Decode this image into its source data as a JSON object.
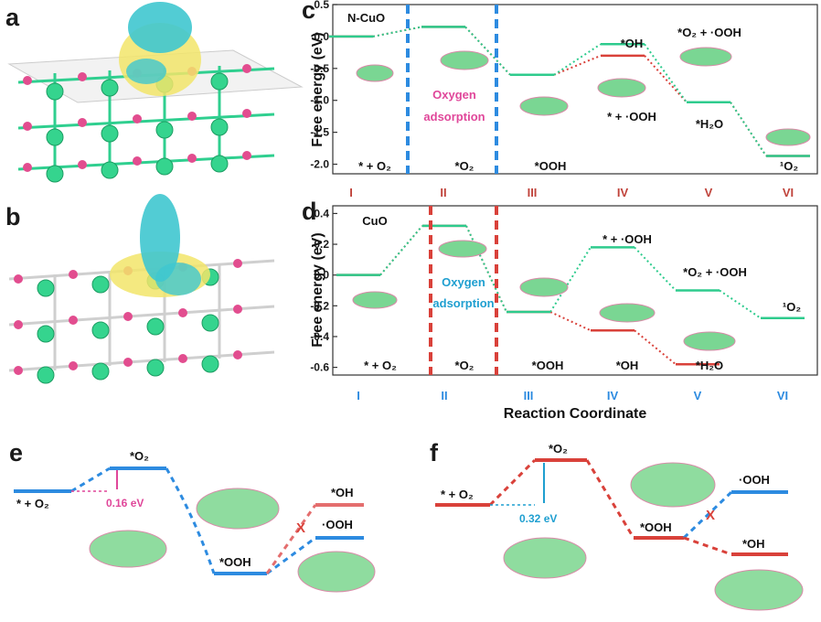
{
  "panel_labels": {
    "a": "a",
    "b": "b",
    "c": "c",
    "d": "d",
    "e": "e",
    "f": "f"
  },
  "colors": {
    "red": "#d9413a",
    "green": "#2ecb8d",
    "blue": "#2d8be0",
    "cyan": "#1f9fd0",
    "magenta": "#e0479a",
    "axis": "#333333"
  },
  "chart_data": [
    {
      "id": "c",
      "type": "line",
      "title": "N-CuO",
      "ylabel": "Free energy (eV)",
      "ylim": [
        -2.15,
        0.5
      ],
      "yticks": [
        "0.5",
        "0.0",
        "-0.5",
        "-1.0",
        "-1.5",
        "-2.0"
      ],
      "categories": [
        "I",
        "II",
        "III",
        "IV",
        "V",
        "VI"
      ],
      "series": [
        {
          "values": [
            0.0,
            0.15,
            -0.6,
            -0.3,
            -1.03,
            -1.87
          ],
          "color": "#d9413a"
        },
        {
          "values": [
            0.0,
            0.15,
            -0.6,
            -0.12,
            -1.03,
            -1.87
          ],
          "color": "#2ecb8d"
        }
      ],
      "state_labels": [
        "* + O₂",
        "*O₂",
        "*OOH",
        "",
        "*H₂O",
        "¹O₂"
      ],
      "extra_labels": {
        "oh": "*OH",
        "ooh": "* + ·OOH",
        "o2ooh": "*O₂ + ·OOH"
      },
      "region_text": [
        "Oxygen",
        "adsorption"
      ],
      "divider_color": "#2d8be0"
    },
    {
      "id": "d",
      "type": "line",
      "title": "CuO",
      "ylabel": "Free energy (eV)",
      "ylim": [
        -0.65,
        0.45
      ],
      "yticks": [
        "0.4",
        "0.2",
        "0.0",
        "-0.2",
        "-0.4",
        "-0.6"
      ],
      "categories": [
        "I",
        "II",
        "III",
        "IV",
        "V",
        "VI"
      ],
      "xlabel": "Reaction Coordinate",
      "series": [
        {
          "values": [
            0.0,
            0.32,
            -0.24,
            -0.36,
            -0.58,
            null
          ],
          "color": "#d9413a"
        },
        {
          "values": [
            0.0,
            0.32,
            -0.24,
            0.18,
            -0.1,
            -0.28
          ],
          "color": "#2ecb8d"
        }
      ],
      "state_labels": [
        "* + O₂",
        "*O₂",
        "*OOH",
        "*OH",
        "*H₂O",
        ""
      ],
      "extra_labels": {
        "ooh": "* + ·OOH",
        "o2ooh": "*O₂ + ·OOH",
        "singlet": "¹O₂"
      },
      "region_text": [
        "Oxygen",
        "adsorption"
      ],
      "divider_color": "#d9413a"
    }
  ],
  "panel_e": {
    "start": "* + O₂",
    "o2": "*O₂",
    "gap": "0.16 eV",
    "ooh": "*OOH",
    "oh": "*OH",
    "rad": "·OOH",
    "cross": "X"
  },
  "panel_f": {
    "start": "* + O₂",
    "o2": "*O₂",
    "gap": "0.32 eV",
    "ooh": "*OOH",
    "oh": "*OH",
    "rad": "·OOH",
    "cross": "X"
  }
}
